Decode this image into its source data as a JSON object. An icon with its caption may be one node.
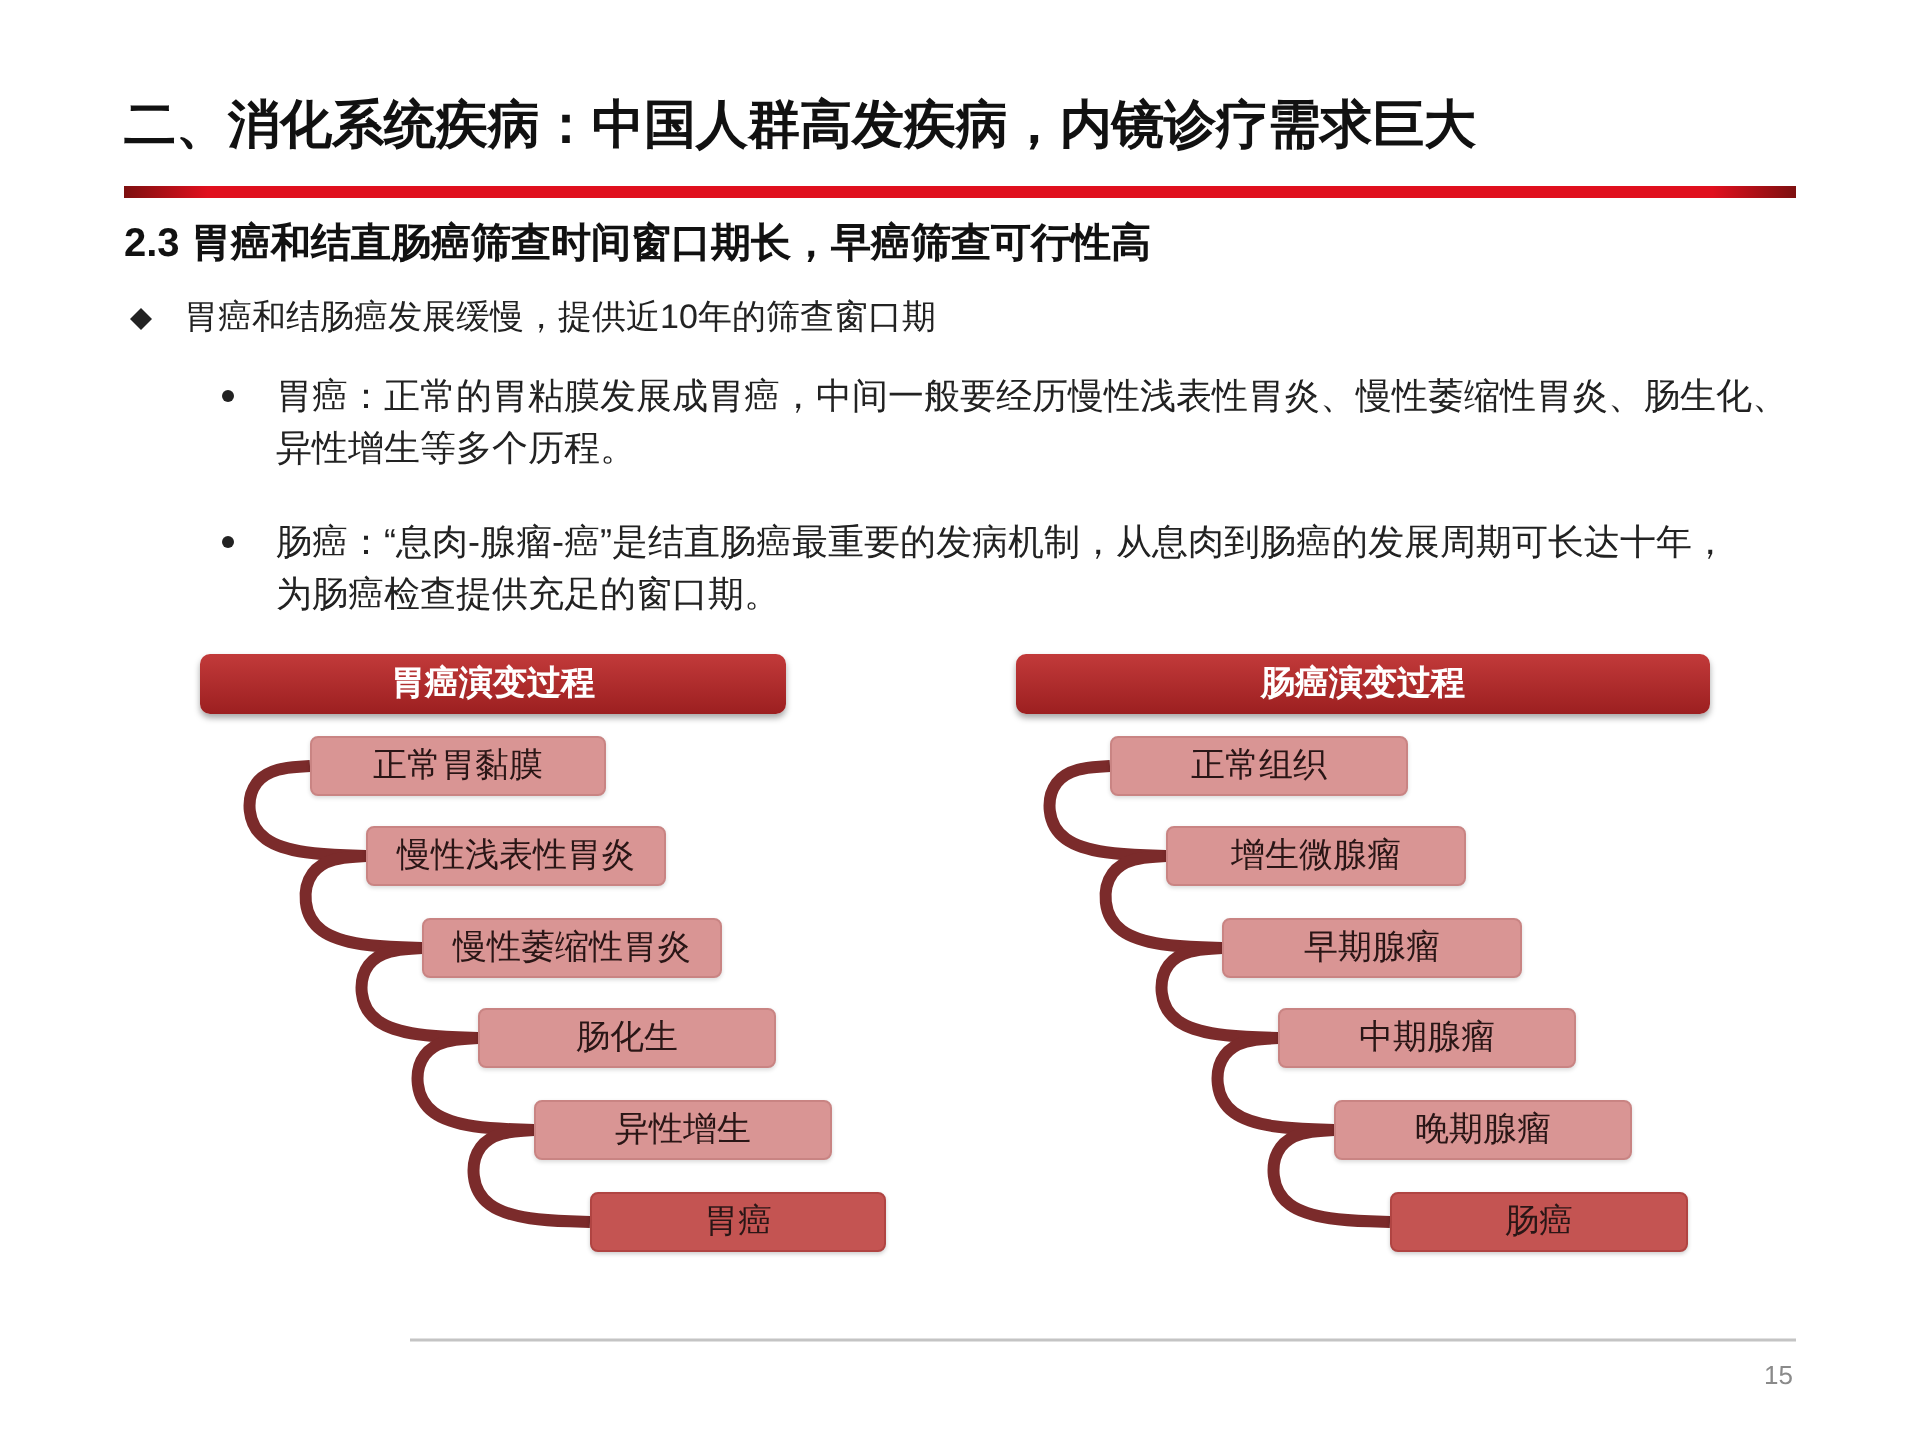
{
  "diagram": {
    "title": "二、消化系统疾病：中国人群高发疾病，内镜诊疗需求巨大",
    "nodes": [
      {
        "text": [
          "胃癌演变过程"
        ]
      },
      {
        "text": [
          "正常胃黏膜"
        ]
      },
      {
        "text": [
          "慢性浅表性胃炎"
        ]
      },
      {
        "text": [
          "慢性萎缩性胃炎"
        ]
      },
      {
        "text": [
          "肠化生"
        ]
      },
      {
        "text": [
          "异性增生"
        ]
      },
      {
        "text": [
          "胃癌"
        ]
      },
      {
        "text": [
          "肠癌演变过程"
        ]
      },
      {
        "text": [
          "正常组织"
        ]
      },
      {
        "text": [
          "增生微腺瘤"
        ]
      },
      {
        "text": [
          "早期腺瘤"
        ]
      },
      {
        "text": [
          "中期腺瘤"
        ]
      },
      {
        "text": [
          "晚期腺瘤"
        ]
      },
      {
        "text": [
          "肠癌"
        ]
      }
    ],
    "edges": [
      {
        "from": 1,
        "to": 2,
        "arrow": "none"
      },
      {
        "from": 2,
        "to": 3,
        "arrow": "none"
      },
      {
        "from": 3,
        "to": 4,
        "arrow": "none"
      },
      {
        "from": 4,
        "to": 5,
        "arrow": "none"
      },
      {
        "from": 5,
        "to": 6,
        "arrow": "none"
      },
      {
        "from": 8,
        "to": 9,
        "arrow": "none"
      },
      {
        "from": 9,
        "to": 10,
        "arrow": "none"
      },
      {
        "from": 10,
        "to": 11,
        "arrow": "none"
      },
      {
        "from": 11,
        "to": 12,
        "arrow": "none"
      },
      {
        "from": 12,
        "to": 13,
        "arrow": "none"
      }
    ],
    "labels": [
      "2.3 胃癌和结直肠癌筛查时间窗口期长，早癌筛查可行性高",
      "胃癌和结肠癌发展缓慢，提供近10年的筛查窗口期",
      "胃癌：正常的胃粘膜发展成胃癌，中间一般要经历慢性浅表性胃炎、慢性萎缩性胃炎、肠生化、异性增生等多个历程。",
      "肠癌：“息肉-腺瘤-癌”是结直肠癌最重要的发病机制，从息肉到肠癌的发展周期可长达十年，为肠癌检查提供充足的窗口期。",
      "15"
    ]
  }
}
